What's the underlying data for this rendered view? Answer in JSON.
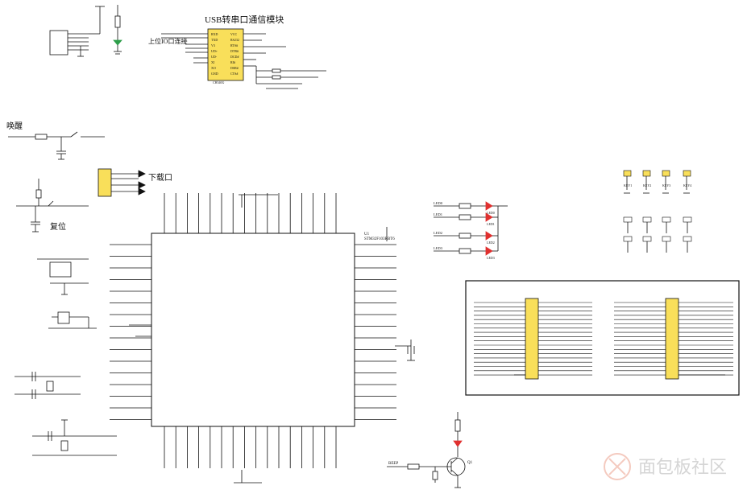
{
  "titles": {
    "usb_module": "USB转串口通信模块",
    "upper_link": "上位IO口连接",
    "wake": "唤醒",
    "download_port": "下载口",
    "reset": "复位"
  },
  "mcu": {
    "designator": "U1",
    "part": "STM32F103RBT6"
  },
  "usb_chip": {
    "designator": "CH340G",
    "left_nets": [
      "RXD",
      "TXD",
      "V3",
      "UD+",
      "UD-",
      "XI",
      "XO",
      "GND"
    ],
    "right_nets": [
      "VCC",
      "RS232",
      "RTS#",
      "DTR#",
      "DCD#",
      "RI#",
      "DSR#",
      "CTS#"
    ]
  },
  "led_nets": [
    "LED0",
    "LED1",
    "LED2",
    "LED3"
  ],
  "led_labels": [
    "LED0",
    "LED1",
    "LED2",
    "LED3"
  ],
  "key_labels": [
    "KEY1",
    "KEY2",
    "KEY3",
    "KEY4"
  ],
  "transistor": {
    "label": "Q1",
    "net": "BEEP"
  },
  "watermark": "面包板社区"
}
